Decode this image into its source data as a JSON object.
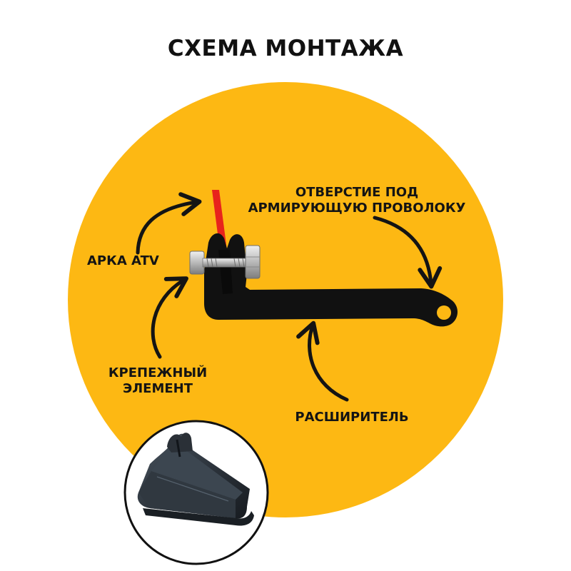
{
  "title": "СХЕМА МОНТАЖА",
  "labels": {
    "arch": "АРКА ATV",
    "hole_line1": "ОТВЕРСТИЕ ПОД",
    "hole_line2": "АРМИРУЮЩУЮ ПРОВОЛОКУ",
    "fastener_line1": "КРЕПЕЖНЫЙ",
    "fastener_line2": "ЭЛЕМЕНТ",
    "expander": "РАСШИРИТЕЛЬ"
  },
  "colors": {
    "background_circle": "#FDB813",
    "arch_line": "#E8231C",
    "profile": "#111111",
    "text": "#141414"
  },
  "icons": [
    "curved-arrow-icon",
    "bolt-icon",
    "nut-icon",
    "product-photo"
  ]
}
